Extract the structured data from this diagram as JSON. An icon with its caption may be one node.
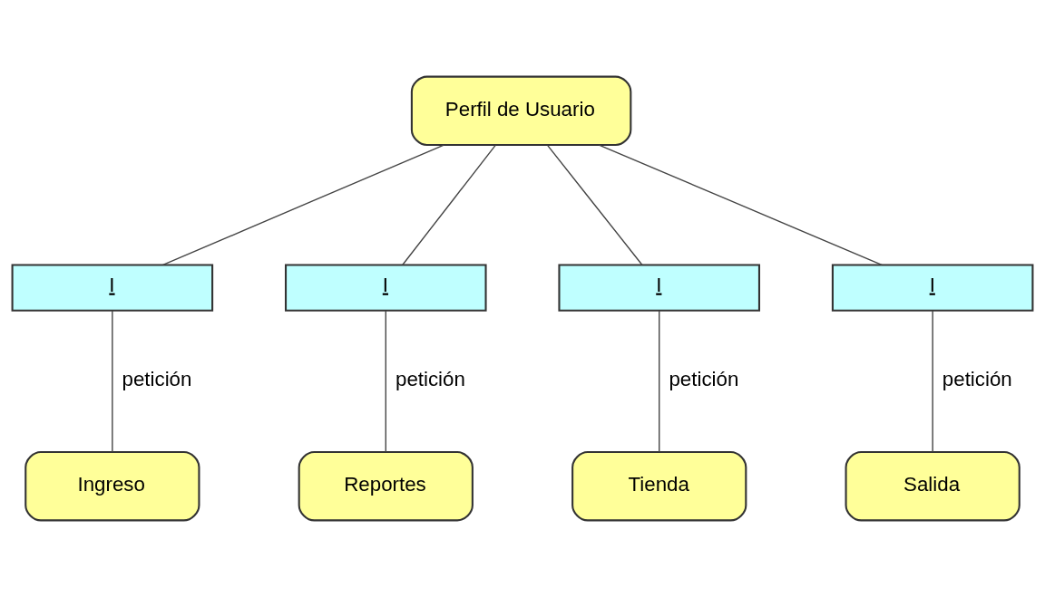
{
  "diagram": {
    "nodes": [
      {
        "text": [
          "Perfil de Usuario"
        ]
      },
      {
        "text": [
          "I"
        ]
      },
      {
        "text": [
          "I"
        ]
      },
      {
        "text": [
          "I"
        ]
      },
      {
        "text": [
          "I"
        ]
      },
      {
        "text": [
          "Ingreso"
        ]
      },
      {
        "text": [
          "Reportes"
        ]
      },
      {
        "text": [
          "Tienda"
        ]
      },
      {
        "text": [
          "Salida"
        ]
      }
    ],
    "edges": [
      {
        "from": 0,
        "to": 1,
        "arrow": "none"
      },
      {
        "from": 0,
        "to": 2,
        "arrow": "none"
      },
      {
        "from": 0,
        "to": 3,
        "arrow": "none"
      },
      {
        "from": 0,
        "to": 4,
        "arrow": "none"
      },
      {
        "from": 1,
        "to": 5,
        "label": "petición",
        "arrow": "none"
      },
      {
        "from": 2,
        "to": 6,
        "label": "petición",
        "arrow": "none"
      },
      {
        "from": 3,
        "to": 7,
        "label": "petición",
        "arrow": "none"
      },
      {
        "from": 4,
        "to": 8,
        "label": "petición",
        "arrow": "none"
      }
    ]
  }
}
